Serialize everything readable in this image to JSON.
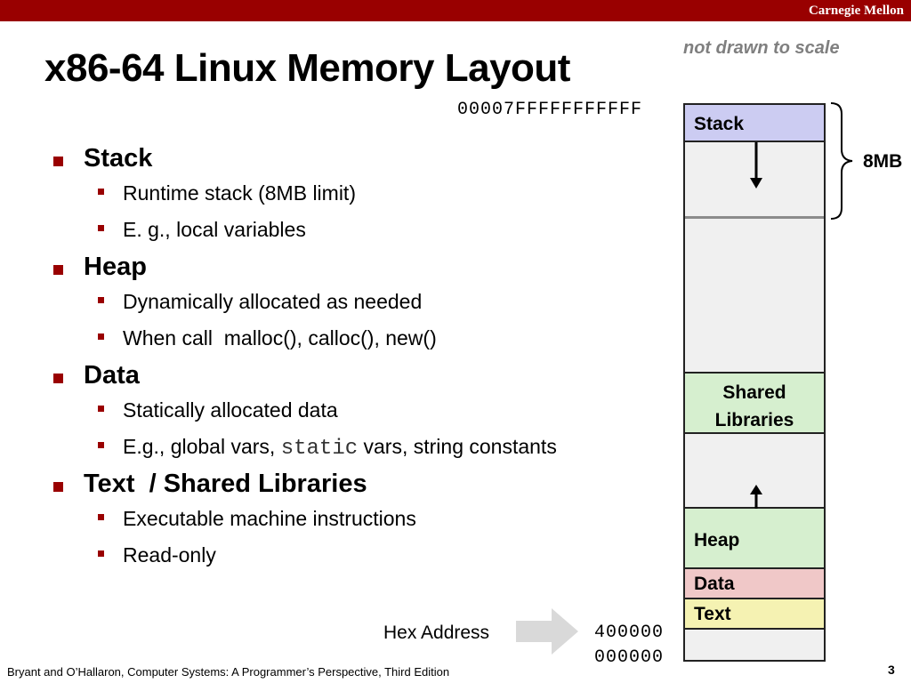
{
  "header": {
    "brand": "Carnegie Mellon"
  },
  "note": "not drawn to scale",
  "title": "x86-64 Linux Memory Layout",
  "addresses": {
    "top": "00007FFFFFFFFFFF",
    "low1": "400000",
    "low2": "000000"
  },
  "bullets": [
    {
      "heading": "Stack",
      "items": [
        "Runtime stack (8MB limit)",
        "E. g., local variables"
      ]
    },
    {
      "heading": "Heap",
      "items": [
        "Dynamically allocated as needed",
        "When call  malloc(), calloc(), new()"
      ]
    },
    {
      "heading": "Data",
      "items": [
        "Statically allocated data"
      ],
      "item2": {
        "prefix": "E.g., global vars, ",
        "code": "static",
        "suffix": " vars, string constants"
      }
    },
    {
      "heading": "Text  / Shared Libraries",
      "items": [
        "Executable machine instructions",
        "Read-only"
      ]
    }
  ],
  "segments": {
    "stack": "Stack",
    "shared_line1": "Shared",
    "shared_line2": "Libraries",
    "heap": "Heap",
    "data": "Data",
    "text": "Text"
  },
  "stack_size": "8MB",
  "hex_label": "Hex Address",
  "footer": "Bryant and O’Hallaron, Computer Systems: A Programmer’s Perspective, Third Edition",
  "page_number": "3",
  "colors": {
    "accent": "#990000",
    "stack": "#ccccf2",
    "shared_heap": "#d6efcf",
    "data": "#f0c8c8",
    "text": "#f5f2b2",
    "empty": "#f0f0f0"
  }
}
